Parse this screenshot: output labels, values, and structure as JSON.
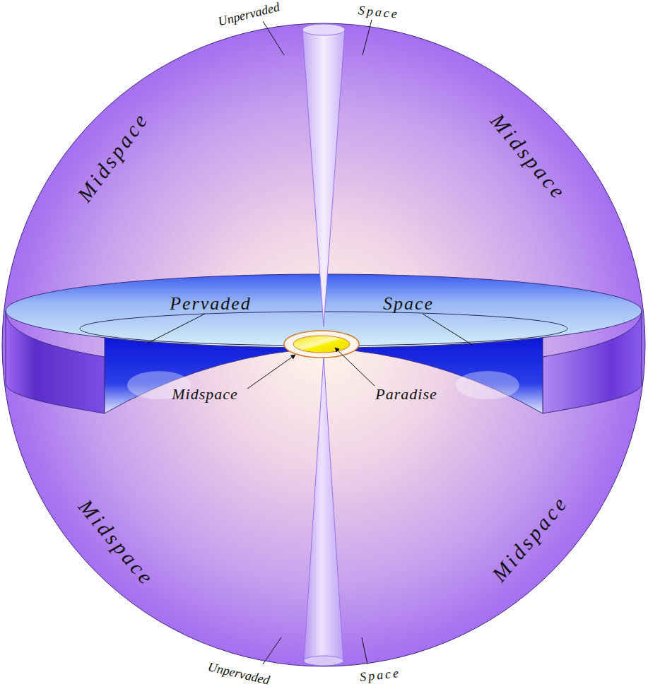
{
  "diagram": {
    "labels": [
      "Unpervaded",
      "Space",
      "Midspace",
      "Midspace",
      "Pervaded",
      "Space",
      "Midspace",
      "Paradise",
      "Midspace",
      "Midspace",
      "Unpervaded",
      "Space"
    ]
  }
}
